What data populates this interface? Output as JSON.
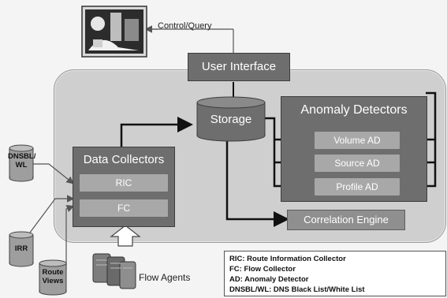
{
  "diagram": {
    "control_query_label": "Control/Query",
    "user_interface": "User Interface",
    "storage": "Storage",
    "anomaly_detectors": {
      "title": "Anomaly Detectors",
      "items": [
        "Volume AD",
        "Source AD",
        "Profile AD"
      ]
    },
    "data_collectors": {
      "title": "Data Collectors",
      "items": [
        "RIC",
        "FC"
      ]
    },
    "correlation_engine": "Correlation Engine",
    "sources": {
      "dnsbl": "DNSBL/\nWL",
      "irr": "IRR",
      "route_views": "Route\nViews"
    },
    "flow_agents": "Flow Agents",
    "legend": [
      "RIC: Route Information Collector",
      "FC: Flow Collector",
      "AD: Anomaly Detector",
      "DNSBL/WL: DNS Black List/White List"
    ]
  }
}
